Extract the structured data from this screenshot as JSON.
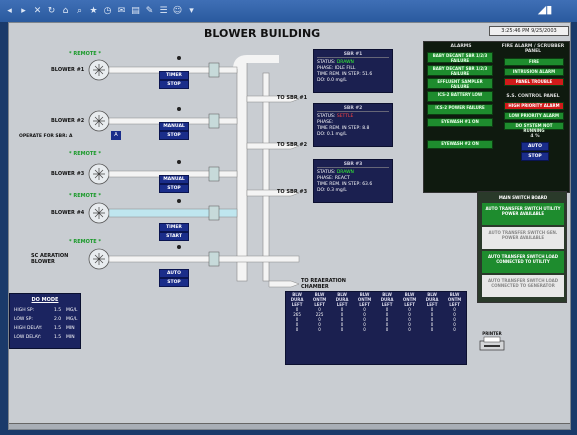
{
  "toolbar": {
    "icons": [
      "back-icon",
      "forward-icon",
      "stop-icon",
      "refresh-icon",
      "home-icon",
      "search-icon",
      "favorites-icon",
      "history-icon",
      "mail-icon",
      "print-icon",
      "edit-icon",
      "discuss-icon",
      "messenger-icon",
      "tools-icon"
    ]
  },
  "title": "BLOWER BUILDING",
  "datetime": "3:25:46 PM 9/25/2003",
  "blowers": [
    {
      "name": "BLOWER #1",
      "remote": "* REMOTE *",
      "button1": "TIMER",
      "button2": "STOP"
    },
    {
      "name": "BLOWER #2",
      "remote": "",
      "button1": "MANUAL",
      "button2": "STOP"
    },
    {
      "name": "BLOWER #3",
      "remote": "* REMOTE *",
      "button1": "MANUAL",
      "button2": "STOP"
    },
    {
      "name": "BLOWER #4",
      "remote": "* REMOTE *",
      "button1": "TIMER",
      "button2": "START"
    },
    {
      "name": "SC AERATION BLOWER",
      "remote": "* REMOTE *",
      "button1": "AUTO",
      "button2": "STOP"
    }
  ],
  "operate_label": "OPERATE FOR SBR: A",
  "operate_value": "A",
  "sbr_labels": [
    "TO SBR #1",
    "TO SBR #2",
    "TO SBR #3",
    "TO REAERATION CHAMBER"
  ],
  "sbr_boxes": [
    {
      "title": "SBR #1",
      "status_label": "STATUS:",
      "status": "DRAWN",
      "phase_label": "PHASE:",
      "phase": "IDLE FILL",
      "time_label": "TIME REM. IN STEP:",
      "time": "51.6",
      "do_label": "DO:",
      "do": "0.0 mg/L"
    },
    {
      "title": "SBR #2",
      "status_label": "STATUS:",
      "status": "SETTLE",
      "phase_label": "PHASE:",
      "phase": "",
      "time_label": "TIME REM. IN STEP:",
      "time": "8.8",
      "do_label": "DO:",
      "do": "0.1 mg/L"
    },
    {
      "title": "SBR #3",
      "status_label": "STATUS:",
      "status": "DRAWN",
      "phase_label": "PHASE:",
      "phase": "REACT",
      "time_label": "TIME REM. IN STEP:",
      "time": "63.6",
      "do_label": "DO:",
      "do": "0.3 mg/L"
    }
  ],
  "alarms": {
    "header": "ALARMS",
    "left": [
      "BABY DECANT SBR 1/2/3 FAILURE",
      "BABY DECANT SBR 1/2/3 FAILURE",
      "EFFLUENT SAMPLER FAILURE",
      "ICS-2 BATTERY LOW",
      "ICS-2 POWER FAILURE",
      "EYEWASH #1 ON",
      "EYEWASH #2 ON"
    ],
    "fire_header": "FIRE ALARM / SCRUBBER PANEL",
    "fire": [
      "FIRE",
      "INTRUSION ALARM",
      "PANEL TROUBLE"
    ],
    "sil_header": "S.S. CONTROL PANEL",
    "sil": [
      "HIGH PRIORITY ALARM",
      "LOW PRIORITY ALARM",
      "DO SYSTEM NOT RUNNING"
    ],
    "percent_label": "4 %",
    "auto_label": "AUTO",
    "stop_label": "STOP"
  },
  "main_switch": {
    "title": "MAIN SWITCH BOARD",
    "items": [
      "AUTO TRANSFER SWITCH UTILITY POWER AVAILABLE",
      "AUTO TRANSFER SWITCH GEN. POWER AVAILABLE",
      "AUTO TRANSFER SWITCH LOAD CONNECTED TO UTILITY",
      "AUTO TRANSFER SWITCH LOAD CONNECTED TO GENERATOR"
    ]
  },
  "do_mode": {
    "title": "DO MODE",
    "rows": [
      {
        "label": "HIGH SP:",
        "value": "1.5",
        "unit": "MG/L"
      },
      {
        "label": "LOW SP:",
        "value": "2.0",
        "unit": "MG/L"
      },
      {
        "label": "HIGH DELAY:",
        "value": "1.5",
        "unit": "MIN"
      },
      {
        "label": "LOW DELAY:",
        "value": "1.5",
        "unit": "MIN"
      }
    ]
  },
  "blower_table": {
    "headers": [
      "BLW DURA",
      "BLW ONTM",
      "BLW DURA",
      "BLW ONTM",
      "BLW DURA",
      "BLW ONTM",
      "BLW DURA",
      "BLW ONTM"
    ],
    "sub": [
      "LEFT",
      "LEFT",
      "LEFT",
      "LEFT",
      "LEFT",
      "LEFT",
      "LEFT",
      "LEFT"
    ],
    "rows": [
      [
        "0",
        "0",
        "0",
        "0",
        "0",
        "0",
        "0",
        "0"
      ],
      [
        "265",
        "225",
        "0",
        "0",
        "0",
        "0",
        "0",
        "0"
      ],
      [
        "0",
        "0",
        "0",
        "0",
        "0",
        "0",
        "0",
        "0"
      ],
      [
        "0",
        "0",
        "0",
        "0",
        "0",
        "0",
        "0",
        "0"
      ],
      [
        "0",
        "0",
        "0",
        "0",
        "0",
        "0",
        "0",
        "0"
      ]
    ]
  },
  "printer_label": "PRINTER"
}
